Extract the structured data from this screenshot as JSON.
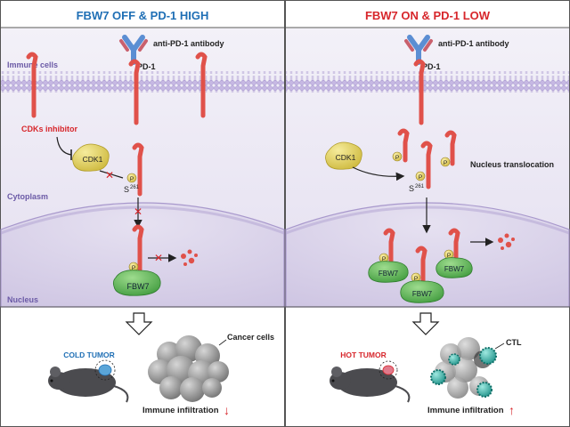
{
  "panels": {
    "left": {
      "header": "FBW7 OFF & PD-1 HIGH",
      "header_color": "#1f6fb5",
      "antibody_label": "anti-PD-1 antibody",
      "pd1_label": "PD-1",
      "immune_cells": "Immune cells",
      "cdk_inhibitor": "CDKs inhibitor",
      "cdk1": "CDK1",
      "phospho": "P",
      "site_letter": "S",
      "site_number": "261",
      "cytoplasm": "Cytoplasm",
      "fbw7": "FBW7",
      "nucleus": "Nucleus",
      "tumor_label": "COLD TUMOR",
      "tumor_color": "#1f6fb5",
      "cancer_label": "Cancer cells",
      "infiltration": "Immune infiltration",
      "arrow_glyph": "↓"
    },
    "right": {
      "header": "FBW7 ON & PD-1 LOW",
      "header_color": "#d7262b",
      "antibody_label": "anti-PD-1 antibody",
      "pd1_label": "PD-1",
      "cdk1": "CDK1",
      "phospho": "P",
      "site_letter": "S",
      "site_number": "261",
      "translocation": "Nucleus translocation",
      "fbw7": "FBW7",
      "tumor_label": "HOT TUMOR",
      "tumor_color": "#d7262b",
      "ctl_label": "CTL",
      "infiltration": "Immune infiltration",
      "arrow_glyph": "↑"
    }
  },
  "colors": {
    "pd1": "#e0514a",
    "cdk1": "#e6d45a",
    "fbw7": "#5cb85c",
    "membrane": "#b9a9d8",
    "cell_bg": "#e8e4f1",
    "nucleus_bg": "#ddd7ec",
    "label_purple": "#6b5aa6",
    "red_accent": "#d7262b"
  }
}
